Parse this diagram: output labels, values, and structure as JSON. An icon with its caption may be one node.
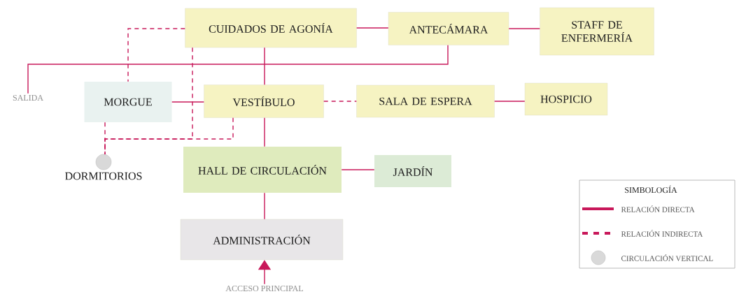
{
  "diagram": {
    "nodes": [
      {
        "text": [
          "CUIDADOS DE AGONÍA"
        ]
      },
      {
        "text": [
          "ANTECÁMARA"
        ]
      },
      {
        "text": [
          "STAFF DE ENFERMERÍA"
        ]
      },
      {
        "text": [
          "SALIDA"
        ]
      },
      {
        "text": [
          "MORGUE"
        ]
      },
      {
        "text": [
          "VESTÍBULO"
        ]
      },
      {
        "text": [
          "SALA DE ESPERA"
        ]
      },
      {
        "text": [
          "HOSPICIO"
        ]
      },
      {
        "text": [],
        "shape": "circle",
        "beside": [
          "DORMITORIOS"
        ]
      },
      {
        "text": [
          "HALL DE CIRCULACIÓN"
        ]
      },
      {
        "text": [
          "JARDÍN"
        ]
      },
      {
        "text": [
          "ADMINISTRACIÓN"
        ]
      },
      {
        "text": [
          "ACCESO PRINCIPAL"
        ]
      }
    ],
    "edges": [
      {
        "from": 0,
        "to": 1,
        "arrow": "none"
      },
      {
        "from": 1,
        "to": 2,
        "arrow": "none"
      },
      {
        "from": 1,
        "to": 3,
        "arrow": "none"
      },
      {
        "from": 0,
        "to": 5,
        "arrow": "none"
      },
      {
        "from": 0,
        "to": 4,
        "arrow": "none",
        "style": "dashed"
      },
      {
        "from": 0,
        "to": 8,
        "arrow": "none",
        "style": "dashed"
      },
      {
        "from": 4,
        "to": 5,
        "arrow": "none"
      },
      {
        "from": 5,
        "to": 8,
        "arrow": "none",
        "style": "dashed"
      },
      {
        "from": 4,
        "to": 8,
        "arrow": "none",
        "style": "dashed"
      },
      {
        "from": 5,
        "to": 6,
        "arrow": "none",
        "style": "dashed"
      },
      {
        "from": 6,
        "to": 7,
        "arrow": "none"
      },
      {
        "from": 5,
        "to": 9,
        "arrow": "none"
      },
      {
        "from": 9,
        "to": 10,
        "arrow": "none"
      },
      {
        "from": 9,
        "to": 11,
        "arrow": "none"
      },
      {
        "from": 12,
        "to": 11,
        "arrow": "to"
      }
    ],
    "labels": [
      "SIMBOLOGÍA"
    ],
    "legend": [
      {
        "text": "RELACIÓN DIRECTA"
      },
      {
        "text": "RELACIÓN INDIRECTA"
      },
      {
        "text": "CIRCULACIÓN VERTICAL"
      }
    ]
  }
}
